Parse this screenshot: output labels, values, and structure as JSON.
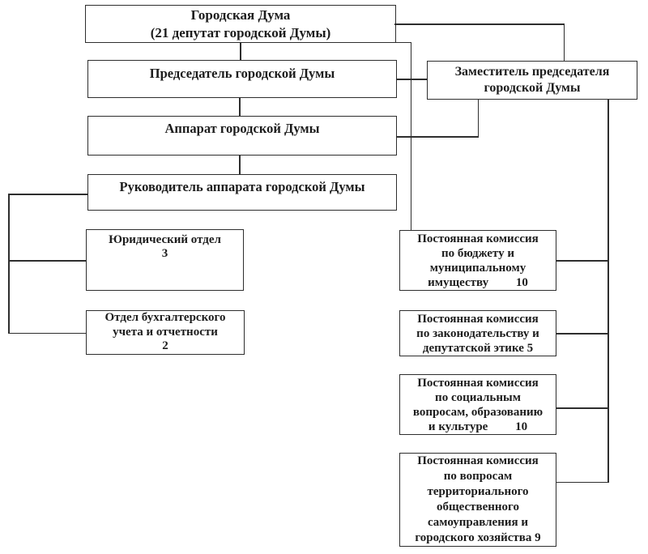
{
  "page": {
    "background_color": "#ffffff",
    "line_color": "#2e2e2e",
    "text_color": "#1c1c1c"
  },
  "org_chart": {
    "city_duma": "Городская Дума\n(21 депутат городской Думы)",
    "chairman": "Председатель городской Думы",
    "deputy_chairman": "Заместитель председателя\nгородской Думы",
    "apparatus": "Аппарат городской Думы",
    "apparatus_head": "Руководитель аппарата городской Думы",
    "legal_department": "Юридический отдел\n3",
    "legal_department_staff": "3",
    "accounting_department": "Отдел бухгалтерского\nучета и отчетности\n2",
    "accounting_department_staff": "2",
    "commission_budget": "Постоянная комиссия\nпо бюджету и\nмуниципальному\nимуществу         10",
    "commission_budget_members": "10",
    "commission_legislation": "Постоянная комиссия\nпо законодательству и\nдепутатской этике 5",
    "commission_legislation_members": "5",
    "commission_social": "Постоянная комиссия\nпо социальным\nвопросам, образованию\nи культуре         10",
    "commission_social_members": "10",
    "commission_territorial": "Постоянная комиссия\nпо вопросам\nтерриториального\nобщественного\nсамоуправления и\nгородского хозяйства 9",
    "commission_territorial_members": "9"
  }
}
